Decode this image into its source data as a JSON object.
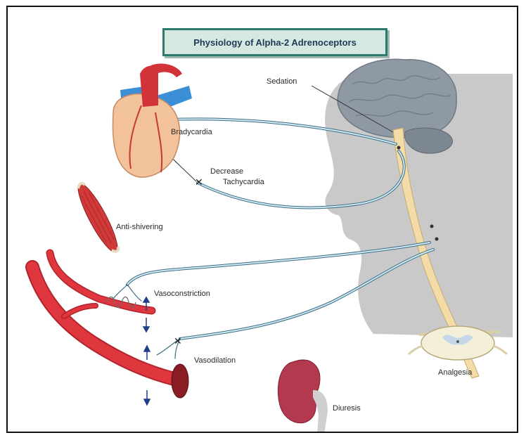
{
  "title": "Physiology of Alpha-2 Adrenoceptors",
  "labels": {
    "sedation": "Sedation",
    "bradycardia": "Bradycardia",
    "decrease": "Decrease",
    "tachycardia": "Tachycardia",
    "anti_shivering": "Anti-shivering",
    "vasoconstriction": "Vasoconstriction",
    "vasodilation": "Vasodilation",
    "analgesia": "Analgesia",
    "diuresis": "Diuresis"
  },
  "colors": {
    "head": "#c9c9c9",
    "brain": "#8e99a3",
    "spinal_cord": "#f3dca8",
    "nerve": "#8fc3d6",
    "vessel": "#d9303a",
    "heart": "#f2c29a",
    "title_border": "#2f7a6e",
    "title_fill": "#d6e9e1"
  },
  "icons": [
    "heart-illustration",
    "brain-illustration",
    "muscle-illustration",
    "blood-vessel-illustration",
    "kidney-illustration",
    "spinal-cord-cross-section"
  ]
}
